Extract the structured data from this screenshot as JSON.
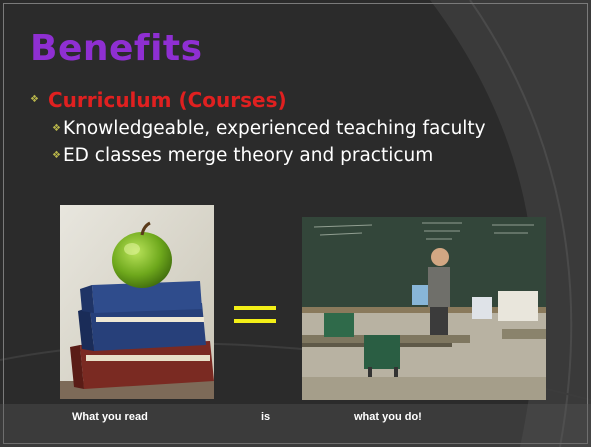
{
  "slide": {
    "title": "Benefits",
    "bullets": [
      {
        "text": "Curriculum (Courses)",
        "level": 1,
        "color": "#e02020"
      },
      {
        "text": "Knowledgeable, experienced teaching faculty",
        "level": 2
      },
      {
        "text": "ED classes merge theory and practicum",
        "level": 2
      }
    ],
    "bullet_icon": "diamond-bullet-icon",
    "images": {
      "left": "apple-on-books-photo",
      "right": "classroom-teacher-photo"
    },
    "equals_sign": "equals-icon",
    "captions": [
      "What you read",
      "is",
      "what you do!"
    ],
    "colors": {
      "title": "#8f2fd2",
      "accent_red": "#e02020",
      "equals": "#f3ef17",
      "background": "#2b2b2b"
    }
  }
}
